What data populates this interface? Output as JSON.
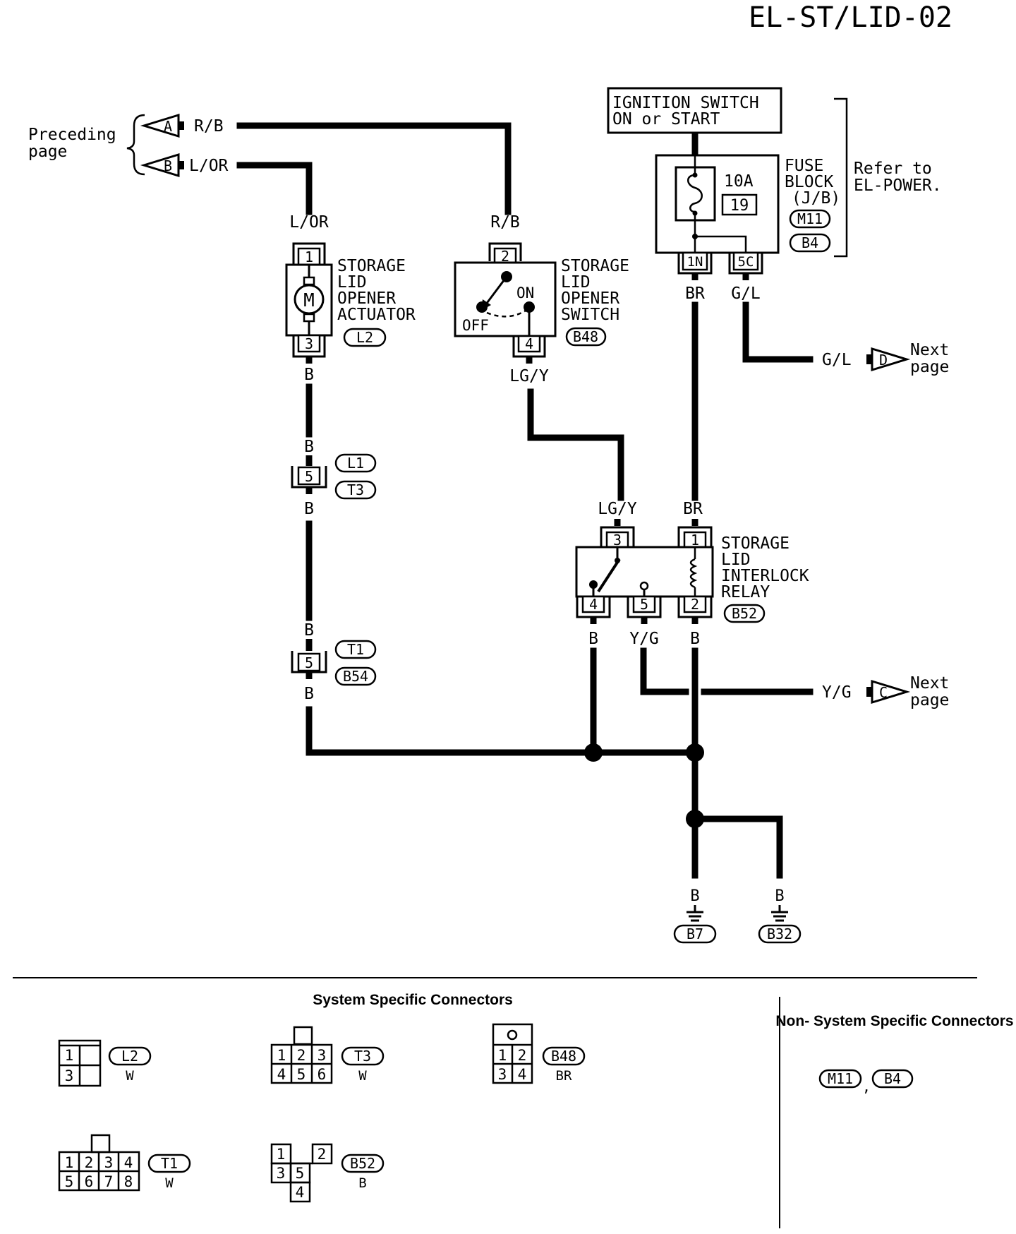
{
  "page_id": "EL-ST/LID-02",
  "preceding": {
    "label": "Preceding\npage",
    "A": {
      "letter": "A",
      "wire": "R/B"
    },
    "B": {
      "letter": "B",
      "wire": "L/OR"
    }
  },
  "ignition": {
    "line1": "IGNITION SWITCH",
    "line2": "ON or START"
  },
  "fuse_block": {
    "amp": "10A",
    "number": "19",
    "label": "FUSE\nBLOCK\n(J/B)",
    "conn1": "M11",
    "conn2": "B4",
    "term1": "1N",
    "term2": "5C",
    "wire1": "BR",
    "wire2": "G/L",
    "refer": "Refer to\nEL-POWER."
  },
  "actuator": {
    "name": "STORAGE\nLID\nOPENER\nACTUATOR",
    "conn": "L2",
    "pin_top": "1",
    "pin_bottom": "3",
    "wire_top": "L/OR",
    "wire_bottom": "B",
    "motor": "M"
  },
  "switch": {
    "name": "STORAGE\nLID\nOPENER\nSWITCH",
    "conn": "B48",
    "pin_top": "2",
    "pin_bottom": "4",
    "wire_top": "R/B",
    "wire_bottom": "LG/Y",
    "on": "ON",
    "off": "OFF"
  },
  "joint1": {
    "pin": "5",
    "conn1": "L1",
    "conn2": "T3",
    "wire_top": "B",
    "wire_bottom": "B"
  },
  "joint2": {
    "pin": "5",
    "conn1": "T1",
    "conn2": "B54",
    "wire_top": "B",
    "wire_bottom": "B"
  },
  "relay": {
    "name": "STORAGE\nLID\nINTERLOCK\nRELAY",
    "conn": "B52",
    "pin3": "3",
    "pin1": "1",
    "pin4": "4",
    "pin5": "5",
    "pin2": "2",
    "wire_in3": "LG/Y",
    "wire_in1": "BR",
    "wire_out4": "B",
    "wire_out5": "Y/G",
    "wire_out2": "B"
  },
  "next_D": {
    "wire": "G/L",
    "letter": "D",
    "label": "Next\npage"
  },
  "next_C": {
    "wire": "Y/G",
    "letter": "C",
    "label": "Next\npage"
  },
  "grounds": [
    {
      "wire": "B",
      "conn": "B7"
    },
    {
      "wire": "B",
      "conn": "B32"
    }
  ],
  "connectors": {
    "system_title": "System Specific Connectors",
    "non_system_title": "Non- System Specific Connectors",
    "L2": {
      "id": "L2",
      "color": "W",
      "pins": [
        "1",
        "3"
      ]
    },
    "T3": {
      "id": "T3",
      "color": "W",
      "pins": [
        "1",
        "2",
        "3",
        "4",
        "5",
        "6"
      ]
    },
    "B48": {
      "id": "B48",
      "color": "BR",
      "pins": [
        "1",
        "2",
        "3",
        "4"
      ]
    },
    "T1": {
      "id": "T1",
      "color": "W",
      "pins": [
        "1",
        "2",
        "3",
        "4",
        "5",
        "6",
        "7",
        "8"
      ]
    },
    "B52": {
      "id": "B52",
      "color": "B",
      "pins": [
        "1",
        "2",
        "3",
        "5",
        "4"
      ]
    },
    "non_system": [
      "M11",
      "B4"
    ]
  }
}
